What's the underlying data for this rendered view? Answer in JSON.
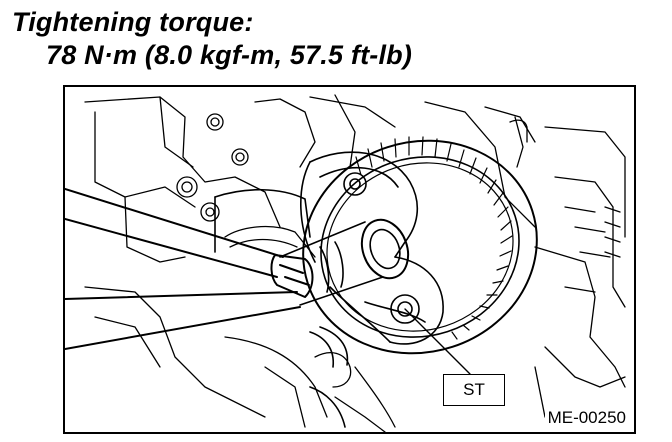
{
  "heading": {
    "line1": "Tightening torque:",
    "line2": "78 N·m (8.0 kgf-m, 57.5 ft-lb)"
  },
  "figure": {
    "callout_label": "ST",
    "figure_id": "ME-00250"
  }
}
